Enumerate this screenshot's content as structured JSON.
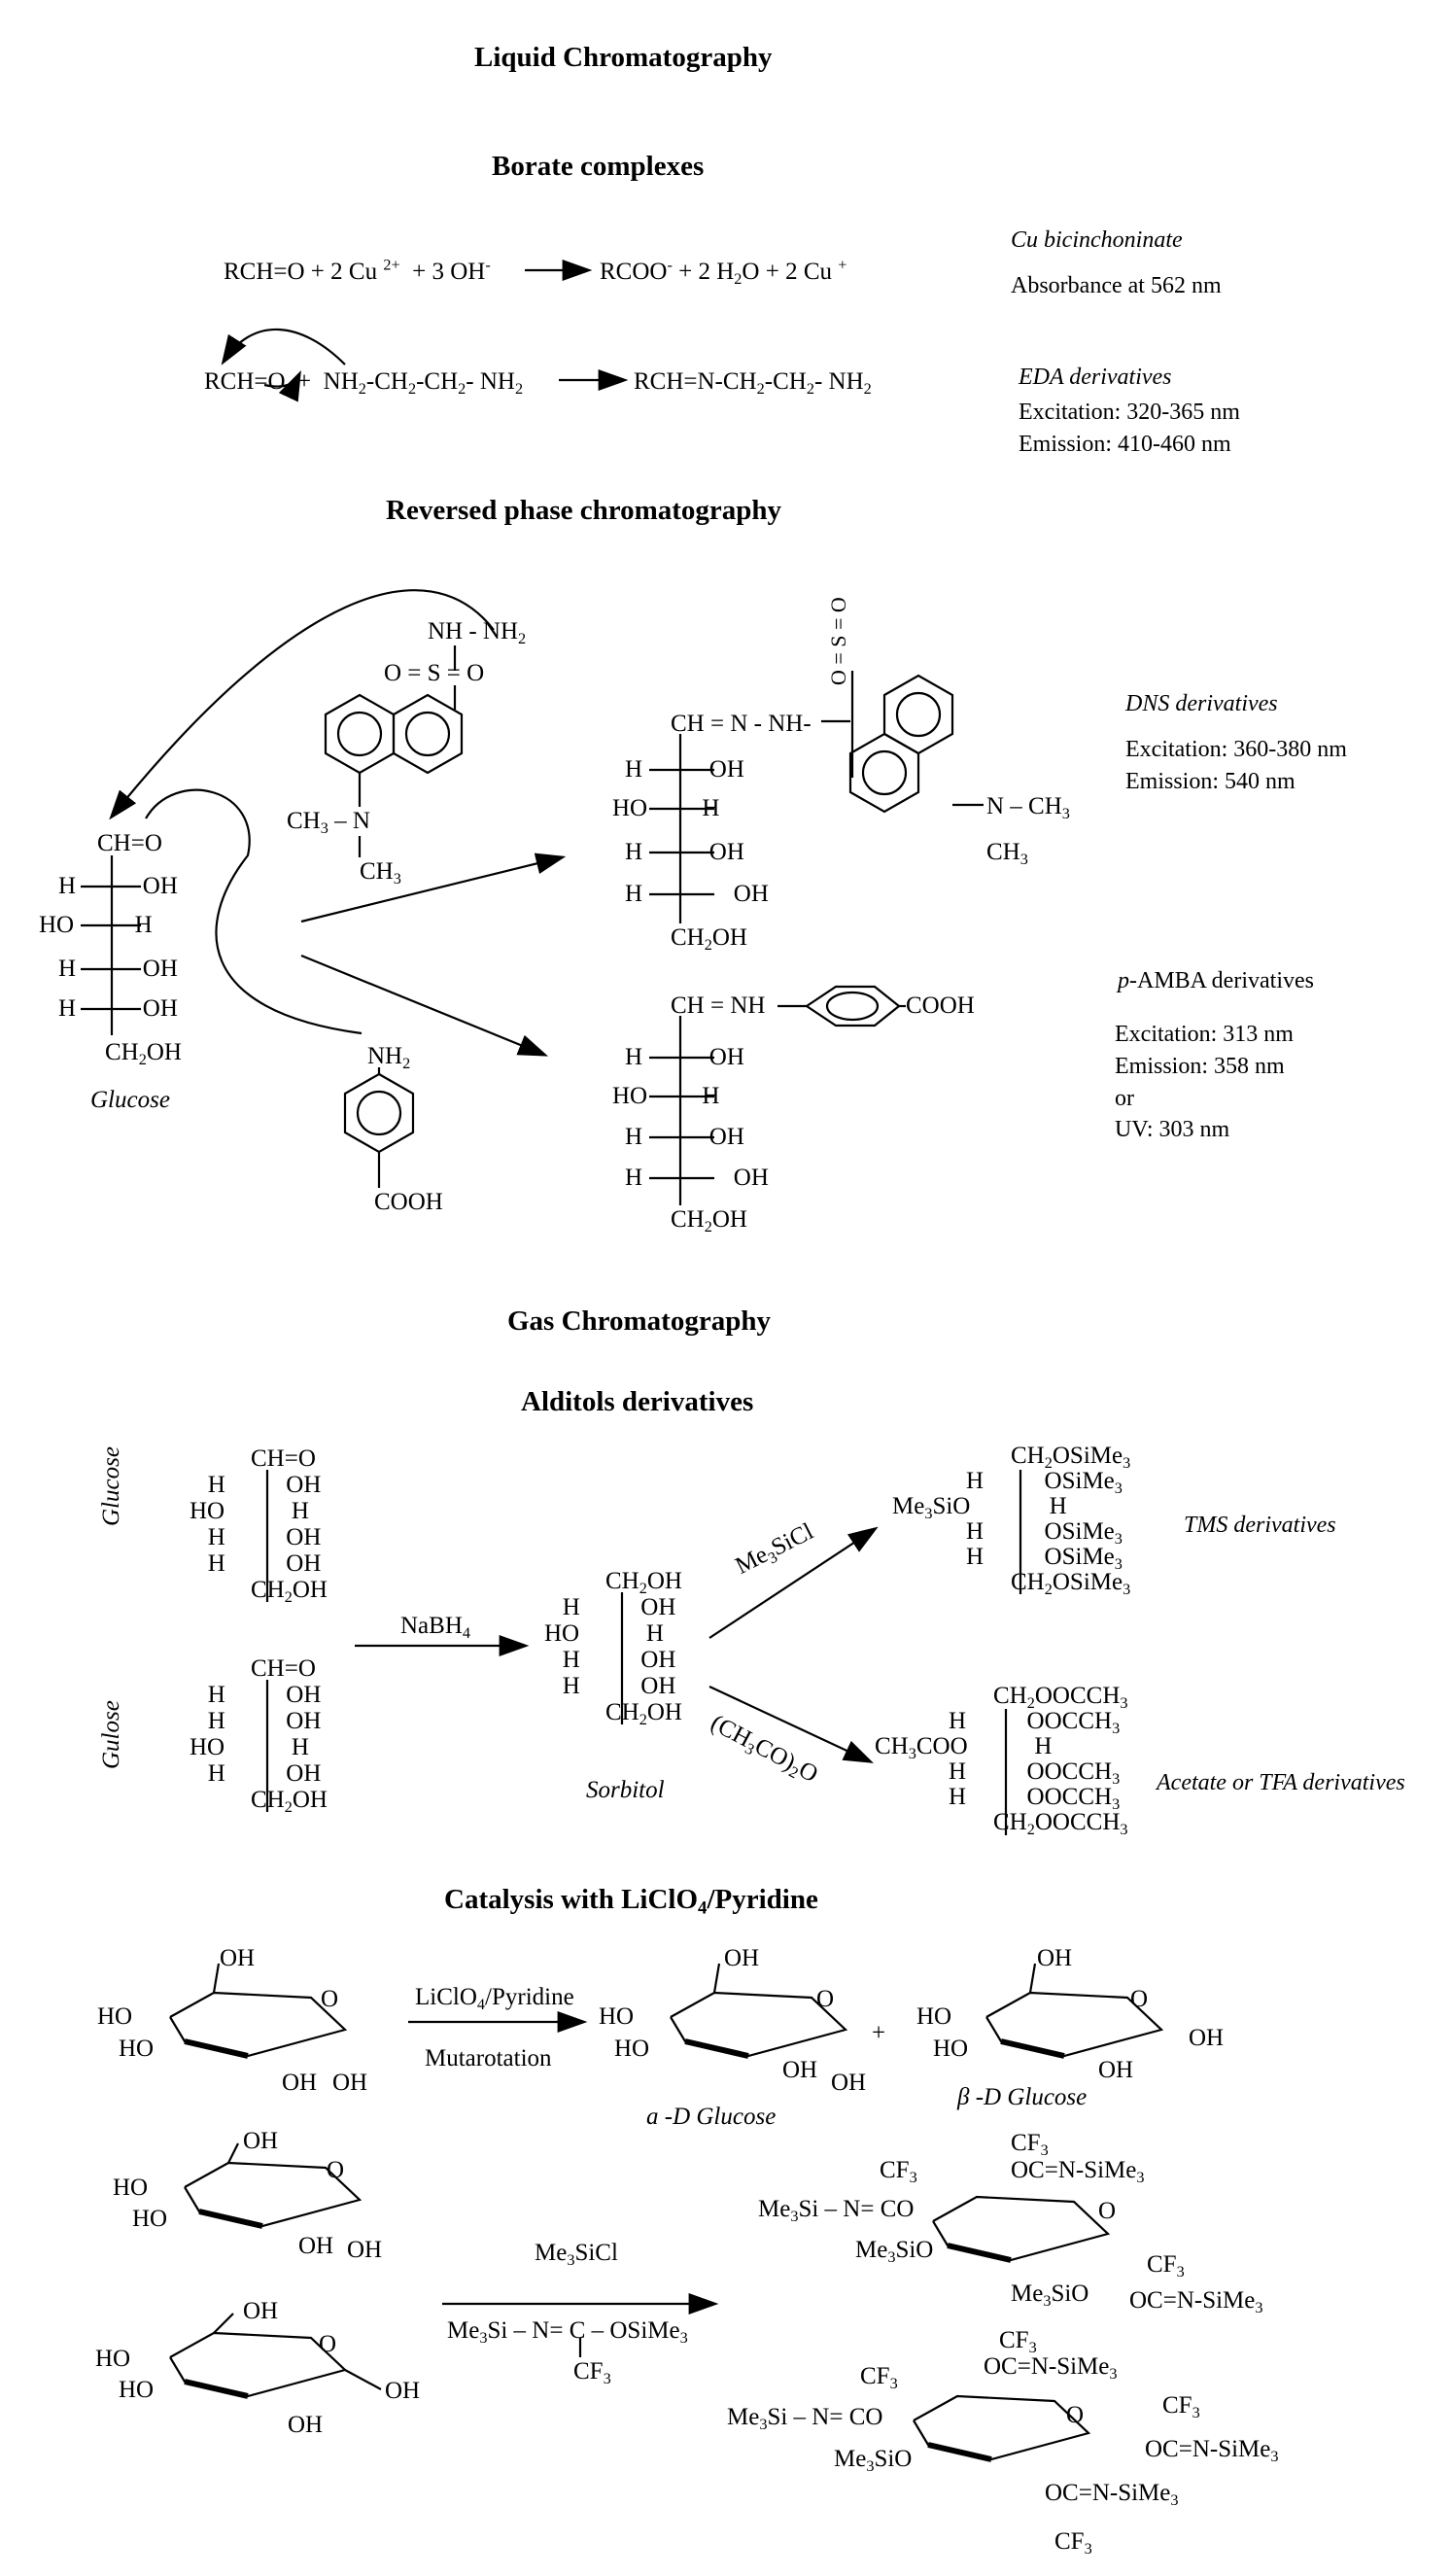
{
  "headings": {
    "lc": "Liquid Chromatography",
    "borate": "Borate complexes",
    "rp": "Reversed phase chromatography",
    "gc": "Gas Chromatography",
    "alditols": "Alditols derivatives",
    "catalysis": "Catalysis with LiClO4/Pyridine"
  },
  "borate": {
    "eq1_left": "RCH=O + 2 Cu2+ + 3 OH-",
    "eq1_right": "RCOO- + 2 H2O + 2 Cu+",
    "eq2_left": "RCH=O + NH2-CH2-CH2- NH2",
    "eq2_right": "RCH=N-CH2-CH2- NH2",
    "cu_title": "Cu bicinchoninate",
    "cu_abs": "Absorbance at 562 nm",
    "eda_title": "EDA derivatives",
    "eda_exc": "Excitation: 320-365 nm",
    "eda_em": "Emission: 410-460 nm"
  },
  "rp": {
    "glucose_label": "Glucose",
    "dns_title": "DNS derivatives",
    "dns_exc": "Excitation: 360-380 nm",
    "dns_em": "Emission: 540 nm",
    "pamba_prefix": "p",
    "pamba_title": "-AMBA derivatives",
    "pamba_exc": "Excitation: 313 nm",
    "pamba_em": "Emission: 358 nm",
    "pamba_or": "or",
    "pamba_uv": "UV: 303 nm",
    "dns_hydrazone": "CH = N - NH-",
    "amba_imine": "CH = NH",
    "hydrazine": "NH - NH2",
    "sulfonyl": "O = S = O",
    "cooh": "COOH",
    "nh2": "NH2",
    "nme2": "N",
    "ch3": "CH3",
    "cho": "CH=O"
  },
  "gc": {
    "glucose_label": "Glucose",
    "gulose_label": "Gulose",
    "sorbitol_label": "Sorbitol",
    "nabh4": "NaBH4",
    "me3sicl": "Me3SiCl",
    "ac2o": "(CH3CO)2O",
    "tms_label": "TMS derivatives",
    "acetate_label": "Acetate or TFA derivatives",
    "tms_chain": [
      "CH2OSiMe3",
      "H",
      "OSiMe3",
      "Me3SiO",
      "H",
      "H",
      "OSiMe3",
      "H",
      "OSiMe3",
      "CH2OSiMe3"
    ],
    "ac_chain": [
      "CH2OOCCH3",
      "H",
      "OOCCH3",
      "CH3COO",
      "H",
      "H",
      "OOCCH3",
      "H",
      "OOCCH3",
      "CH2OOCCH3"
    ]
  },
  "catalysis": {
    "reagent": "LiClO4/Pyridine",
    "mutarotation": "Mutarotation",
    "alpha_label": "a -D Glucose",
    "beta_label": "β -D Glucose",
    "plus": "+",
    "me3sicl": "Me3SiCl",
    "bstfa": "Me3Si – N= C – OSiMe3",
    "cf3": "CF3",
    "tmsi_group": "Me3Si – N= CO",
    "oc_group": "OC=N-SiMe3",
    "me3sio": "Me3SiO"
  }
}
